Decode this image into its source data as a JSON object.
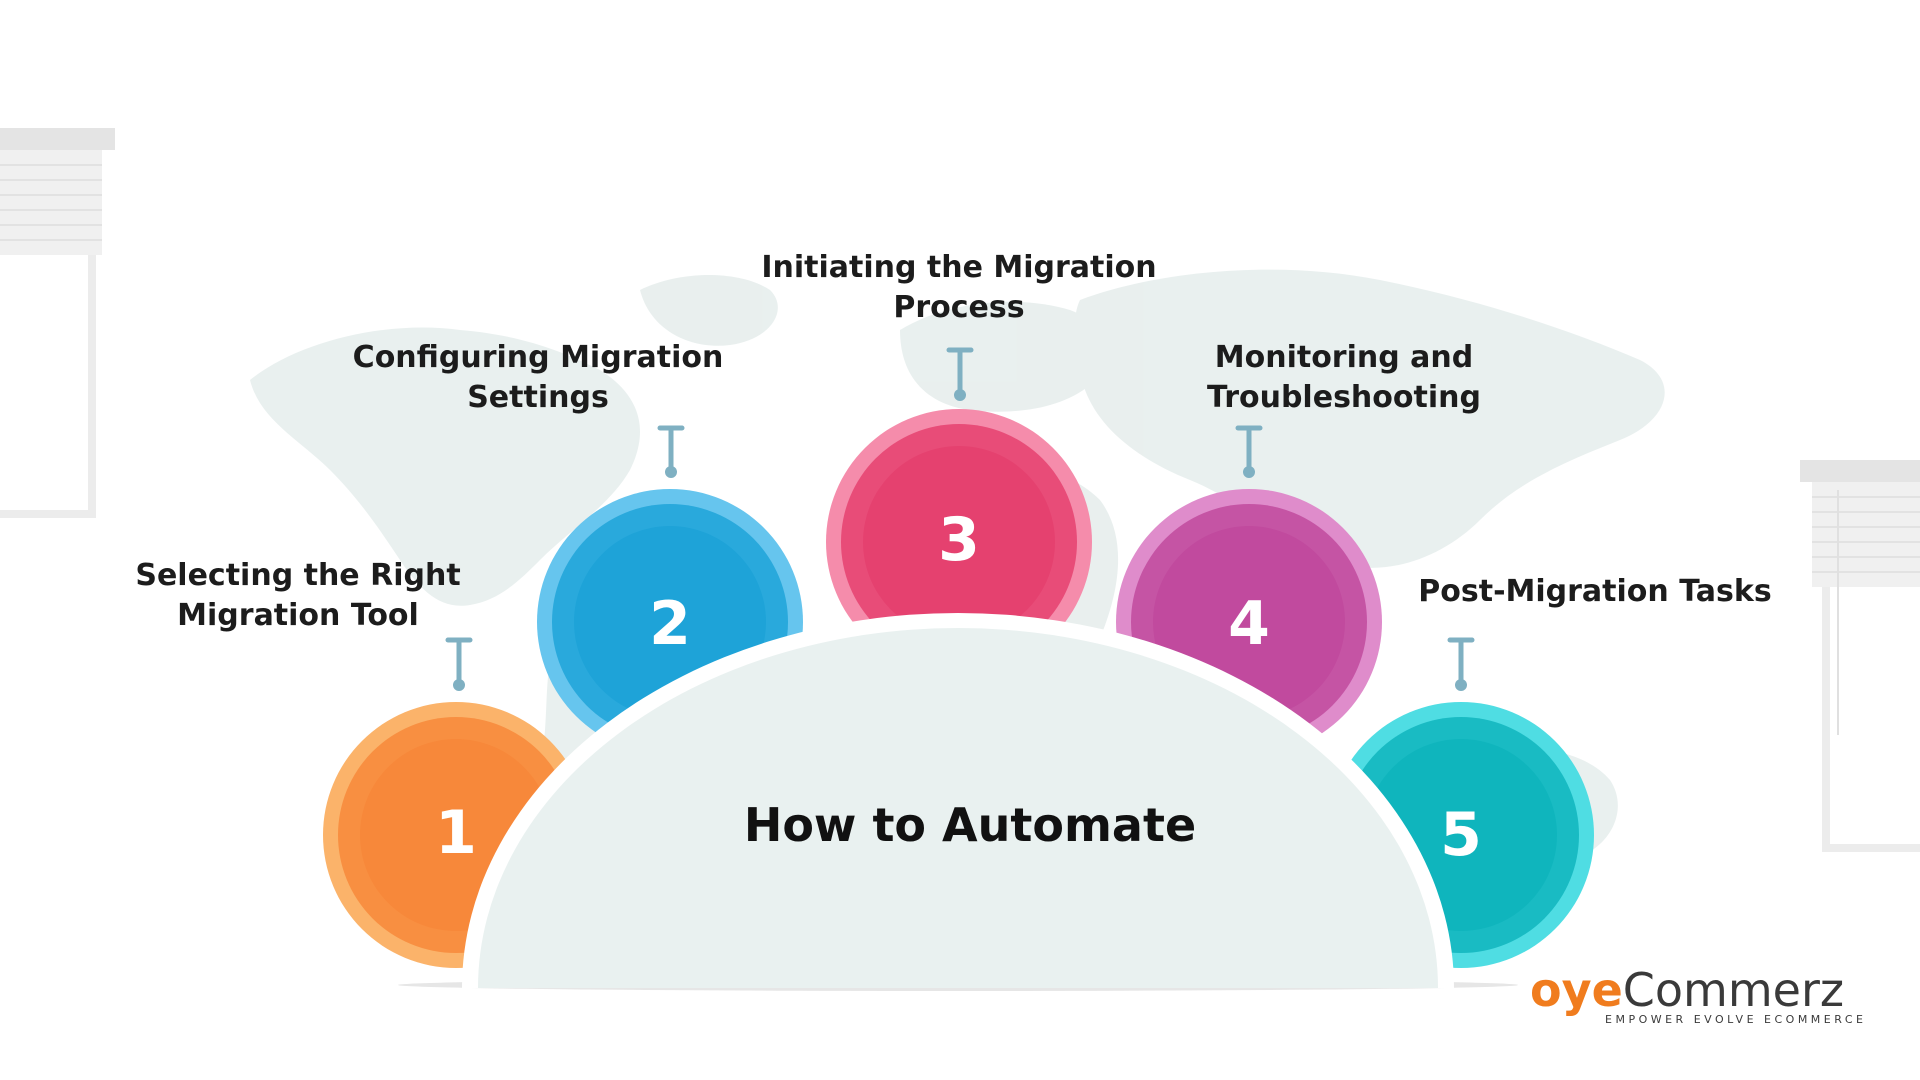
{
  "diagram": {
    "center_title": "How to Automate",
    "steps": [
      {
        "number": "1",
        "label": "Selecting the Right Migration Tool",
        "color": "#f7883a",
        "halo": "#fbb36a"
      },
      {
        "number": "2",
        "label": "Configuring Migration Settings",
        "color": "#1ea3d8",
        "halo": "#66c5ee"
      },
      {
        "number": "3",
        "label": "Initiating the Migration Process",
        "color": "#e5416f",
        "halo": "#f58cab"
      },
      {
        "number": "4",
        "label": "Monitoring and Troubleshooting",
        "color": "#c14a9e",
        "halo": "#df8ccb"
      },
      {
        "number": "5",
        "label": "Post-Migration Tasks",
        "color": "#0fb5bd",
        "halo": "#4fdde3"
      }
    ],
    "connector_color": "#7fb0c2",
    "dome_color": "#e9f1f0",
    "map_color": "#e8efee"
  },
  "logo": {
    "brand_part1": "oye",
    "brand_part2": "Commerz",
    "tagline": "EMPOWER EVOLVE ECOMMERCE",
    "accent": "#f07c1e"
  }
}
